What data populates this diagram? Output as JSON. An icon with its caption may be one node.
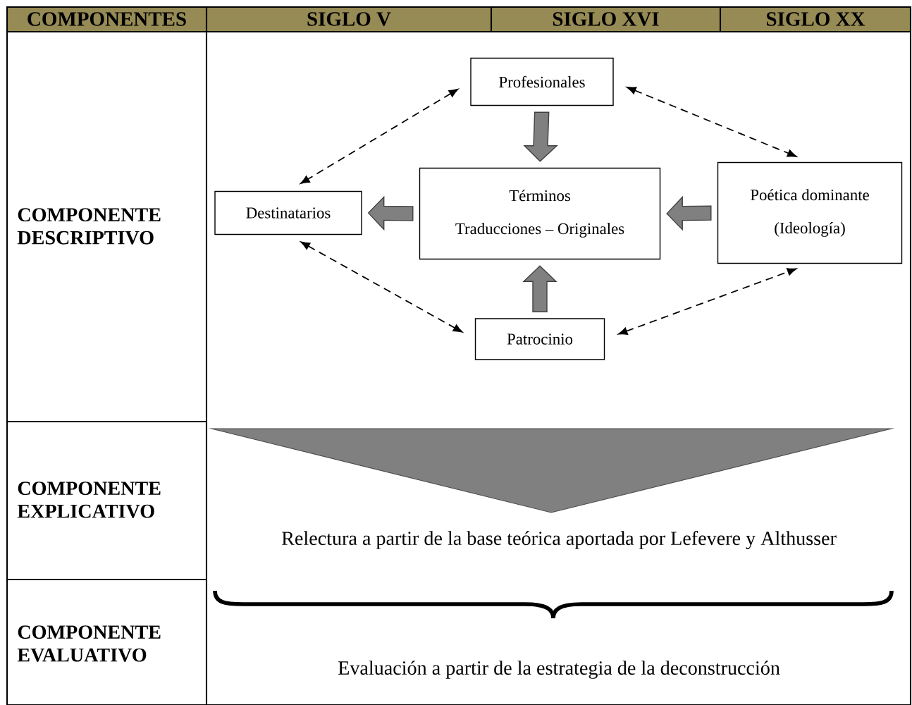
{
  "diagram": {
    "nodes": [
      {
        "text": [
          "Profesionales"
        ]
      },
      {
        "text": [
          "Términos",
          "Traducciones – Originales"
        ]
      },
      {
        "text": [
          "Destinatarios"
        ]
      },
      {
        "text": [
          "Poética dominante",
          "(Ideología)"
        ]
      },
      {
        "text": [
          "Patrocinio"
        ]
      }
    ],
    "edges": [
      {
        "from": 0,
        "to": 1,
        "arrow": "to",
        "style": "thick",
        "color": "#808080"
      },
      {
        "from": 1,
        "to": 2,
        "arrow": "to",
        "style": "thick",
        "color": "#808080"
      },
      {
        "from": 3,
        "to": 1,
        "arrow": "to",
        "style": "thick",
        "color": "#808080"
      },
      {
        "from": 4,
        "to": 1,
        "arrow": "to",
        "style": "thick",
        "color": "#808080"
      },
      {
        "from": 0,
        "to": 2,
        "arrow": "both",
        "style": "dashed"
      },
      {
        "from": 0,
        "to": 3,
        "arrow": "both",
        "style": "dashed"
      },
      {
        "from": 2,
        "to": 4,
        "arrow": "both",
        "style": "dashed"
      },
      {
        "from": 4,
        "to": 3,
        "arrow": "both",
        "style": "dashed"
      }
    ],
    "labels": [
      "COMPONENTES",
      "SIGLO V",
      "SIGLO XVI",
      "SIGLO XX",
      "COMPONENTE DESCRIPTIVO",
      "COMPONENTE EXPLICATIVO",
      "Relectura a partir de la base teórica aportada por Lefevere y Althusser",
      "COMPONENTE EVALUATIVO",
      "Evaluación a partir de la estrategia de la deconstrucción"
    ]
  }
}
